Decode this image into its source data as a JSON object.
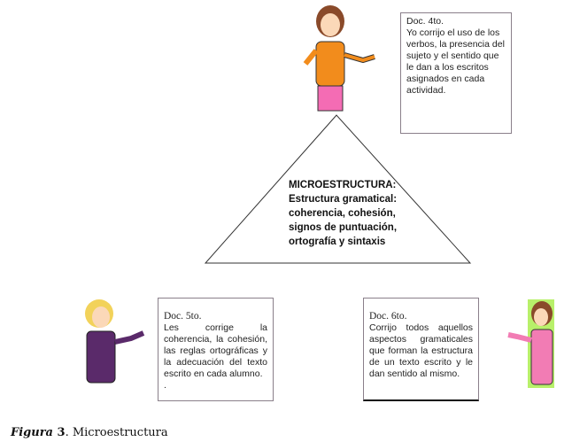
{
  "top_box": {
    "heading": "Doc. 4to.",
    "text": "Yo corrijo el uso de los verbos, la presencia del sujeto y el sentido que le dan a los escritos asignados en cada actividad."
  },
  "triangle": {
    "title": "MICROESTRUCTURA:",
    "lines": [
      "Estructura gramatical:",
      "coherencia, cohesión,",
      "signos de puntuación,",
      "ortografía y sintaxis"
    ]
  },
  "left_box": {
    "heading": "Doc. 5to.",
    "text": "Les corrige  la coherencia, la cohesión, las reglas ortográficas y la adecuación del texto escrito en cada alumno.",
    "extra": "."
  },
  "right_box": {
    "heading": "Doc. 6to.",
    "text": "Corrijo todos aquellos aspectos gramaticales que forman la estructura de un texto escrito y le dan sentido al mismo."
  },
  "caption": {
    "label": "Figura",
    "number": "3",
    "text": ". Microestructura"
  }
}
